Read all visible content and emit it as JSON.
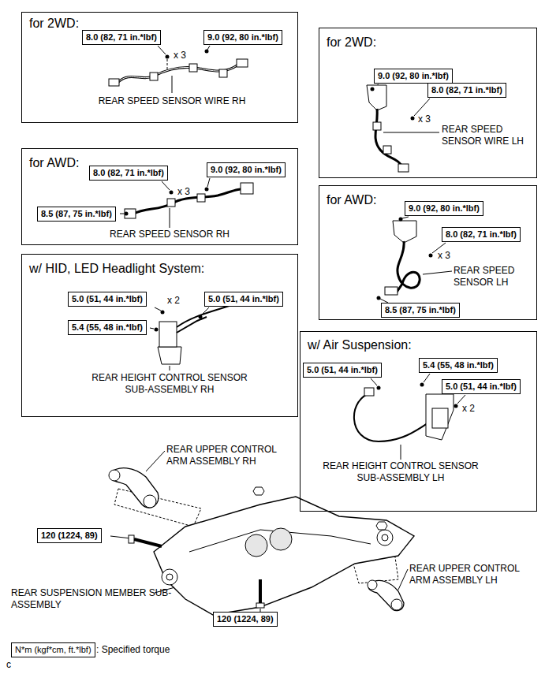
{
  "diagram": {
    "nodes": [
      {
        "text": [
          "for 2WD:",
          "x 3",
          "REAR SPEED SENSOR WIRE RH"
        ]
      },
      {
        "text": [
          "8.0 (82, 71 in.*lbf)"
        ],
        "in": 0
      },
      {
        "text": [
          "9.0 (92, 80 in.*lbf)"
        ],
        "in": 0
      },
      {
        "text": [
          "for 2WD:",
          "x 3",
          "REAR SPEED SENSOR WIRE LH"
        ]
      },
      {
        "text": [
          "9.0 (92, 80 in.*lbf)"
        ],
        "in": 3
      },
      {
        "text": [
          "8.0 (82, 71 in.*lbf)"
        ],
        "in": 3
      },
      {
        "text": [
          "for AWD:",
          "x 3",
          "REAR SPEED SENSOR RH"
        ]
      },
      {
        "text": [
          "8.0 (82, 71 in.*lbf)"
        ],
        "in": 6
      },
      {
        "text": [
          "9.0 (92, 80 in.*lbf)"
        ],
        "in": 6
      },
      {
        "text": [
          "8.5 (87, 75 in.*lbf)"
        ],
        "in": 6
      },
      {
        "text": [
          "for AWD:",
          "x 3",
          "REAR SPEED SENSOR LH"
        ]
      },
      {
        "text": [
          "9.0 (92, 80 in.*lbf)"
        ],
        "in": 10
      },
      {
        "text": [
          "8.0 (82, 71 in.*lbf)"
        ],
        "in": 10
      },
      {
        "text": [
          "8.5 (87, 75 in.*lbf)"
        ],
        "in": 10
      },
      {
        "text": [
          "w/ HID, LED Headlight System:",
          "x 2",
          "REAR HEIGHT CONTROL SENSOR SUB-ASSEMBLY RH"
        ]
      },
      {
        "text": [
          "5.0 (51, 44 in.*lbf)"
        ],
        "in": 14
      },
      {
        "text": [
          "5.0 (51, 44 in.*lbf)"
        ],
        "in": 14
      },
      {
        "text": [
          "5.4 (55, 48 in.*lbf)"
        ],
        "in": 14
      },
      {
        "text": [
          "w/ Air Suspension:",
          "x 2",
          "REAR HEIGHT CONTROL SENSOR SUB-ASSEMBLY LH"
        ]
      },
      {
        "text": [
          "5.0 (51, 44 in.*lbf)"
        ],
        "in": 18
      },
      {
        "text": [
          "5.4 (55, 48 in.*lbf)"
        ],
        "in": 18
      },
      {
        "text": [
          "5.0 (51, 44 in.*lbf)"
        ],
        "in": 18
      },
      {
        "text": [
          "120 (1224, 89)"
        ]
      },
      {
        "text": [
          "120 (1224, 89)"
        ]
      },
      {
        "text": [
          "N*m (kgf*cm, ft.*lbf)"
        ]
      }
    ],
    "labels": [
      "REAR UPPER CONTROL ARM ASSEMBLY RH",
      "REAR SUSPENSION MEMBER SUB-ASSEMBLY",
      "REAR UPPER CONTROL ARM ASSEMBLY LH",
      ": Specified torque",
      "c"
    ]
  }
}
